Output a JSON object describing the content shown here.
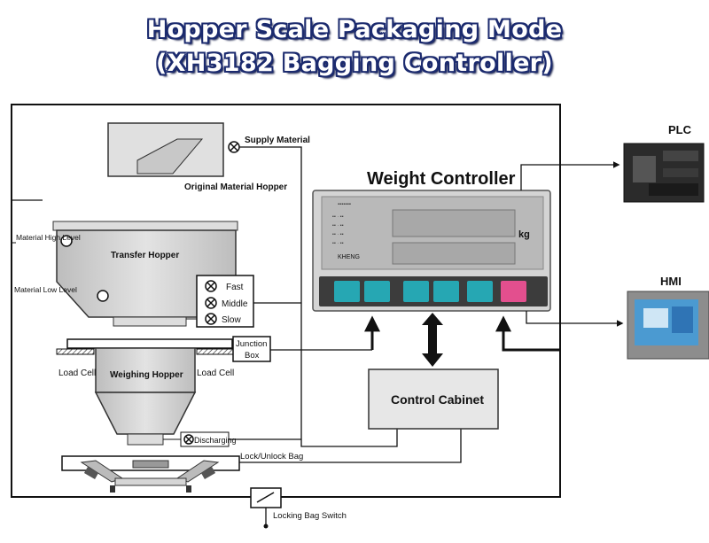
{
  "title_line1": "Hopper Scale Packaging Mode",
  "title_line2": "(XH3182 Bagging Controller)",
  "labels": {
    "supply_material": "Supply Material",
    "original_hopper": "Original Material Hopper",
    "transfer_hopper": "Transfer Hopper",
    "material_high_level": "Material High Level",
    "material_low_level": "Material Low Level",
    "fast": "Fast",
    "middle": "Middle",
    "slow": "Slow",
    "junction": "Junction",
    "box": "Box",
    "load_cell_left": "Load Cell",
    "load_cell_right": "Load Cell",
    "weighing_hopper": "Weighing Hopper",
    "discharging": "Discharging",
    "lock_unlock_bag": "Lock/Unlock Bag",
    "locking_bag_switch": "Locking Bag Switch",
    "weight_controller": "Weight Controller",
    "control_cabinet": "Control Cabinet",
    "plc": "PLC",
    "hmi": "HMI",
    "unit_kg": "kg",
    "brand": "KHENG"
  },
  "colors": {
    "title_outline": "#1b2a6e",
    "panel_body": "#d4d4d4",
    "display_bg": "#b9b9b9",
    "key_teal": "#26a7b3",
    "key_pink": "#e34f8e",
    "cabinet_fill": "#e7e7e7"
  }
}
